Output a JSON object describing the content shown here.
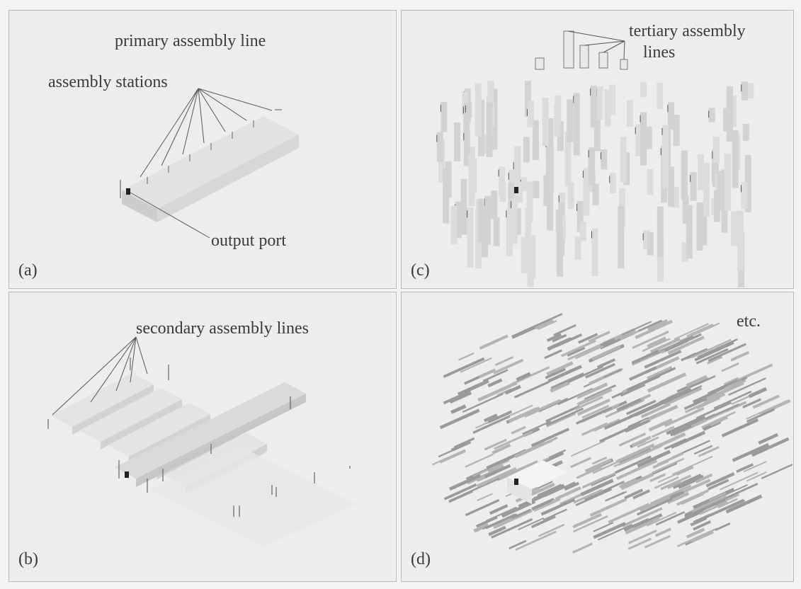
{
  "panels": [
    {
      "id": "a",
      "tag": "(a)",
      "labels": [
        "primary assembly line",
        "assembly stations",
        "output port"
      ]
    },
    {
      "id": "b",
      "tag": "(b)",
      "labels": [
        "secondary assembly lines"
      ]
    },
    {
      "id": "c",
      "tag": "(c)",
      "labels": [
        "tertiary assembly",
        "lines"
      ]
    },
    {
      "id": "d",
      "tag": "(d)",
      "labels": [
        "etc."
      ]
    }
  ],
  "colors": {
    "background": "#ededed",
    "block_light": "#dedede",
    "block_mid": "#cfcfcf",
    "block_dark": "#b8b8b8",
    "port": "#222222",
    "leader": "#555555"
  }
}
